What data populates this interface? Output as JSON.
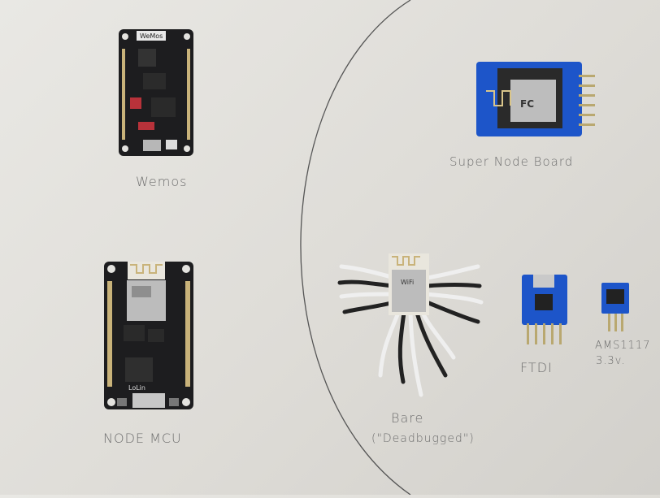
{
  "labels": {
    "wemos": "Wemos",
    "super_node_board": "Super Node Board",
    "node_mcu": "NODE MCU",
    "bare": "Bare",
    "bare_note": "(\"Deadbugged\")",
    "ftdi": "FTDI",
    "ams1117": "AMS1117",
    "ams1117_voltage": "3.3v."
  },
  "board_marks": {
    "wemos_logo": "WeMos",
    "lolin": "LoLin",
    "wifi": "WiFi",
    "fc": "FC"
  },
  "colors": {
    "paper": "#e4e3df",
    "pcb_black": "#1d1d1f",
    "pcb_blue": "#1d55c9",
    "pin_gold": "#c9b37a",
    "wire_white": "#efefef",
    "wire_black": "#222222"
  }
}
